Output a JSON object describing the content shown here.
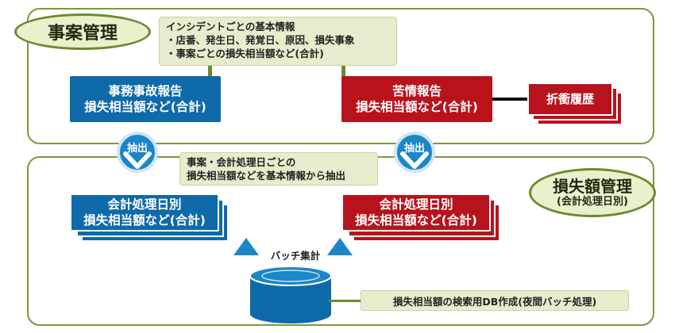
{
  "case_management": {
    "title": "事案管理",
    "info_note": {
      "lines": [
        "インシデントごとの基本情報",
        "・店番、発生日、発覚日、原因、損失事象",
        "・事案ごとの損失相当額など(合計)"
      ]
    },
    "accident_report": {
      "title": "事務事故報告",
      "subtitle": "損失相当額など(合計)"
    },
    "complaint_report": {
      "title": "苦情報告",
      "subtitle": "損失相当額など(合計)"
    },
    "negotiation_history": {
      "title": "折衝履歴"
    }
  },
  "loss_management": {
    "title": "損失額管理",
    "subtitle": "(会計処理日別)",
    "extract_note": {
      "lines": [
        "事案・会計処理日ごとの",
        "損失相当額などを基本情報から抽出"
      ]
    },
    "extract_label_left": "抽出",
    "extract_label_right": "抽出",
    "daily_left": {
      "title": "会計処理日別",
      "subtitle": "損失相当額など(合計)"
    },
    "daily_right": {
      "title": "会計処理日別",
      "subtitle": "損失相当額など(合計)"
    },
    "batch_label": "バッチ集計",
    "db_note": "損失相当額の検索用DB作成(夜間バッチ処理)"
  },
  "colors": {
    "panel_border": "#7a9a3c",
    "blue": "#0e6aa8",
    "red": "#b8131c",
    "note_bg": "#e6eccc",
    "accent_blue": "#1b86c8"
  }
}
